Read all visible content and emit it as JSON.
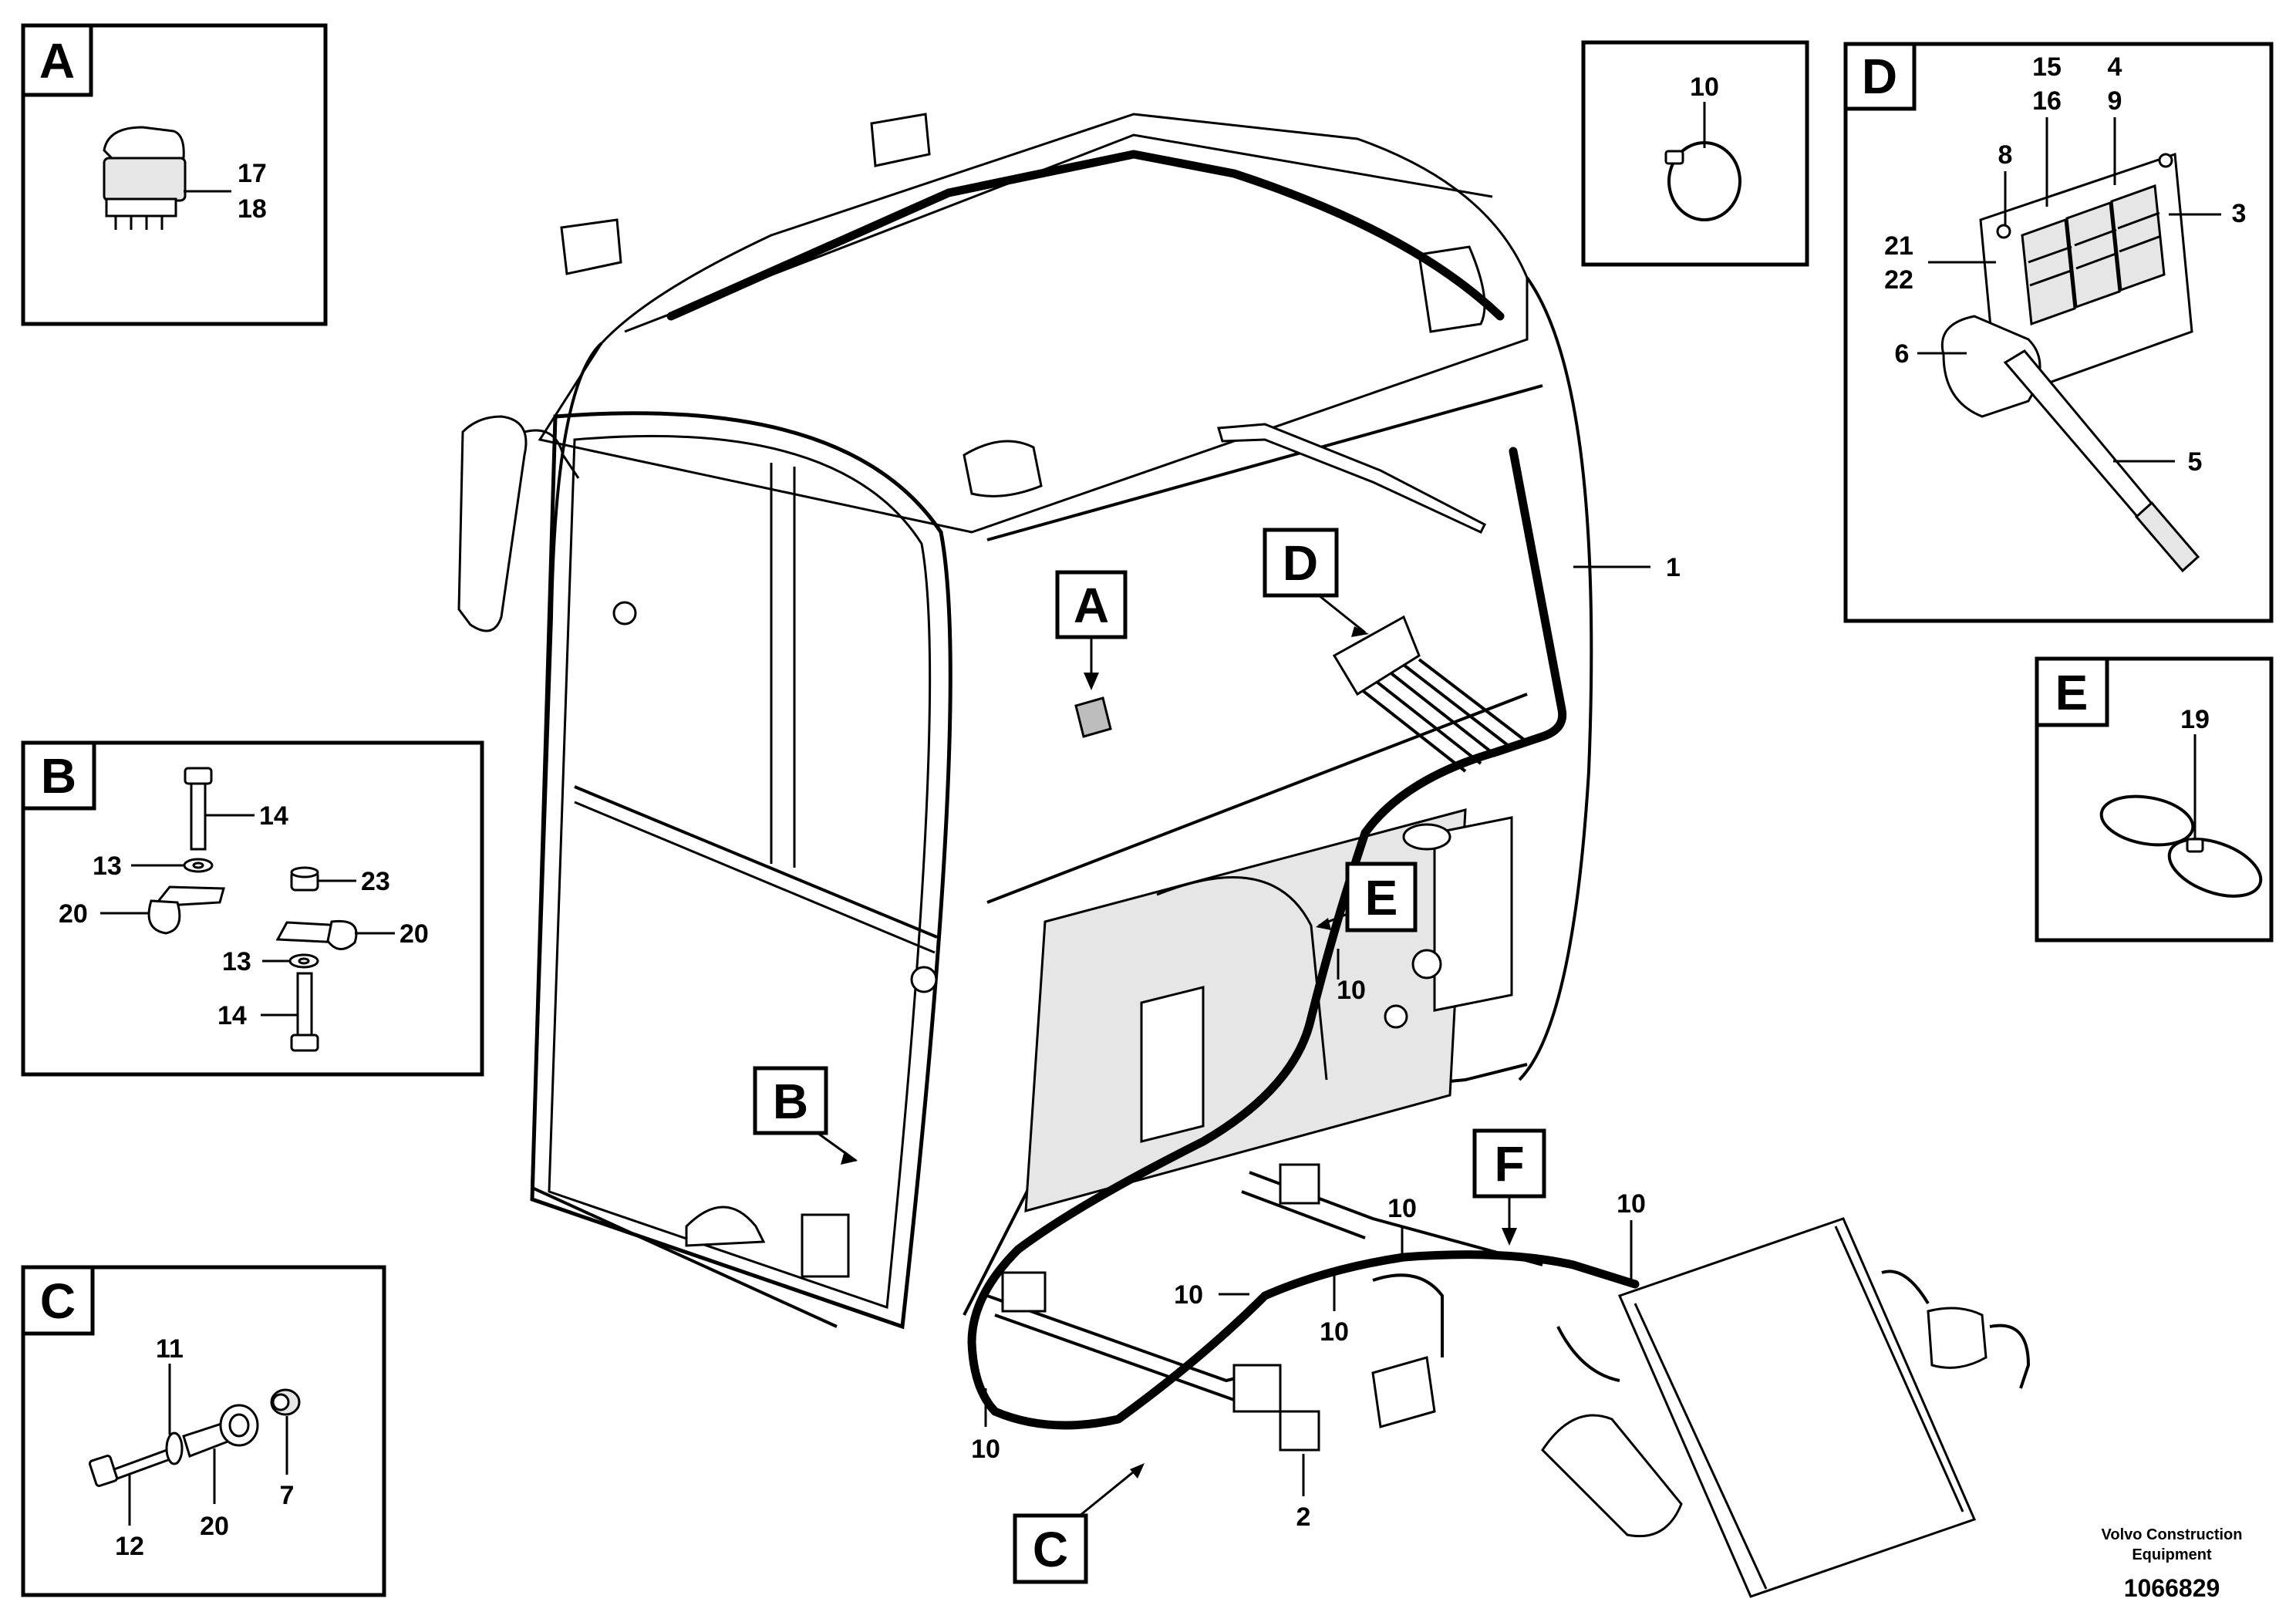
{
  "inset_A": {
    "letter": "A",
    "labels": [
      "17",
      "18"
    ]
  },
  "inset_B": {
    "letter": "B",
    "labels": [
      "14",
      "13",
      "20",
      "23",
      "20",
      "13",
      "14"
    ]
  },
  "inset_C": {
    "letter": "C",
    "labels": [
      "11",
      "7",
      "12",
      "20"
    ]
  },
  "inset_D": {
    "letter": "D",
    "labels": [
      "15",
      "16",
      "4",
      "9",
      "8",
      "3",
      "21",
      "22",
      "6",
      "5"
    ]
  },
  "inset_10": {
    "label": "10"
  },
  "inset_E": {
    "letter": "E",
    "label": "19"
  },
  "main": {
    "callouts": [
      "A",
      "B",
      "C",
      "D",
      "E",
      "F"
    ],
    "labels": [
      "1",
      "10",
      "10",
      "10",
      "10",
      "10",
      "10",
      "2"
    ]
  },
  "footer": {
    "line1": "Volvo Construction",
    "line2": "Equipment",
    "doc_number": "1066829"
  }
}
